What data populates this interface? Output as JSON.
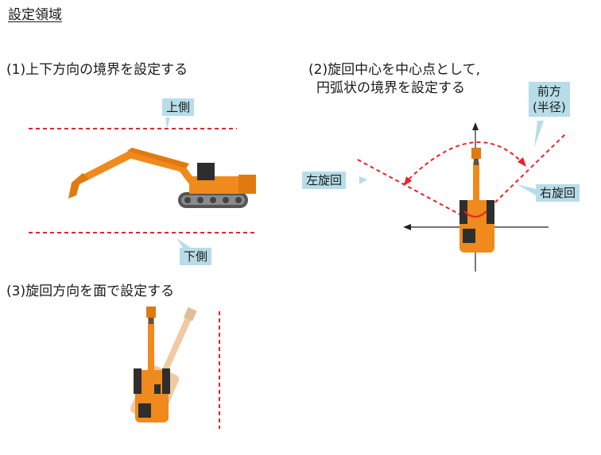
{
  "title": "設定領域",
  "sections": {
    "s1": {
      "heading": "(1)上下方向の境界を設定する",
      "upper_label": "上側",
      "lower_label": "下側"
    },
    "s2": {
      "heading_line1": "(2)旋回中心を中心点として,",
      "heading_line2": "円弧状の境界を設定する",
      "front_label_line1": "前方",
      "front_label_line2": "(半径)",
      "left_label": "左旋回",
      "right_label": "右旋回"
    },
    "s3": {
      "heading": "(3)旋回方向を面で設定する"
    }
  },
  "colors": {
    "boundary": "#e8232b",
    "callout": "#b7dde8",
    "machine": "#f08a1c",
    "machine_dark": "#333333"
  }
}
